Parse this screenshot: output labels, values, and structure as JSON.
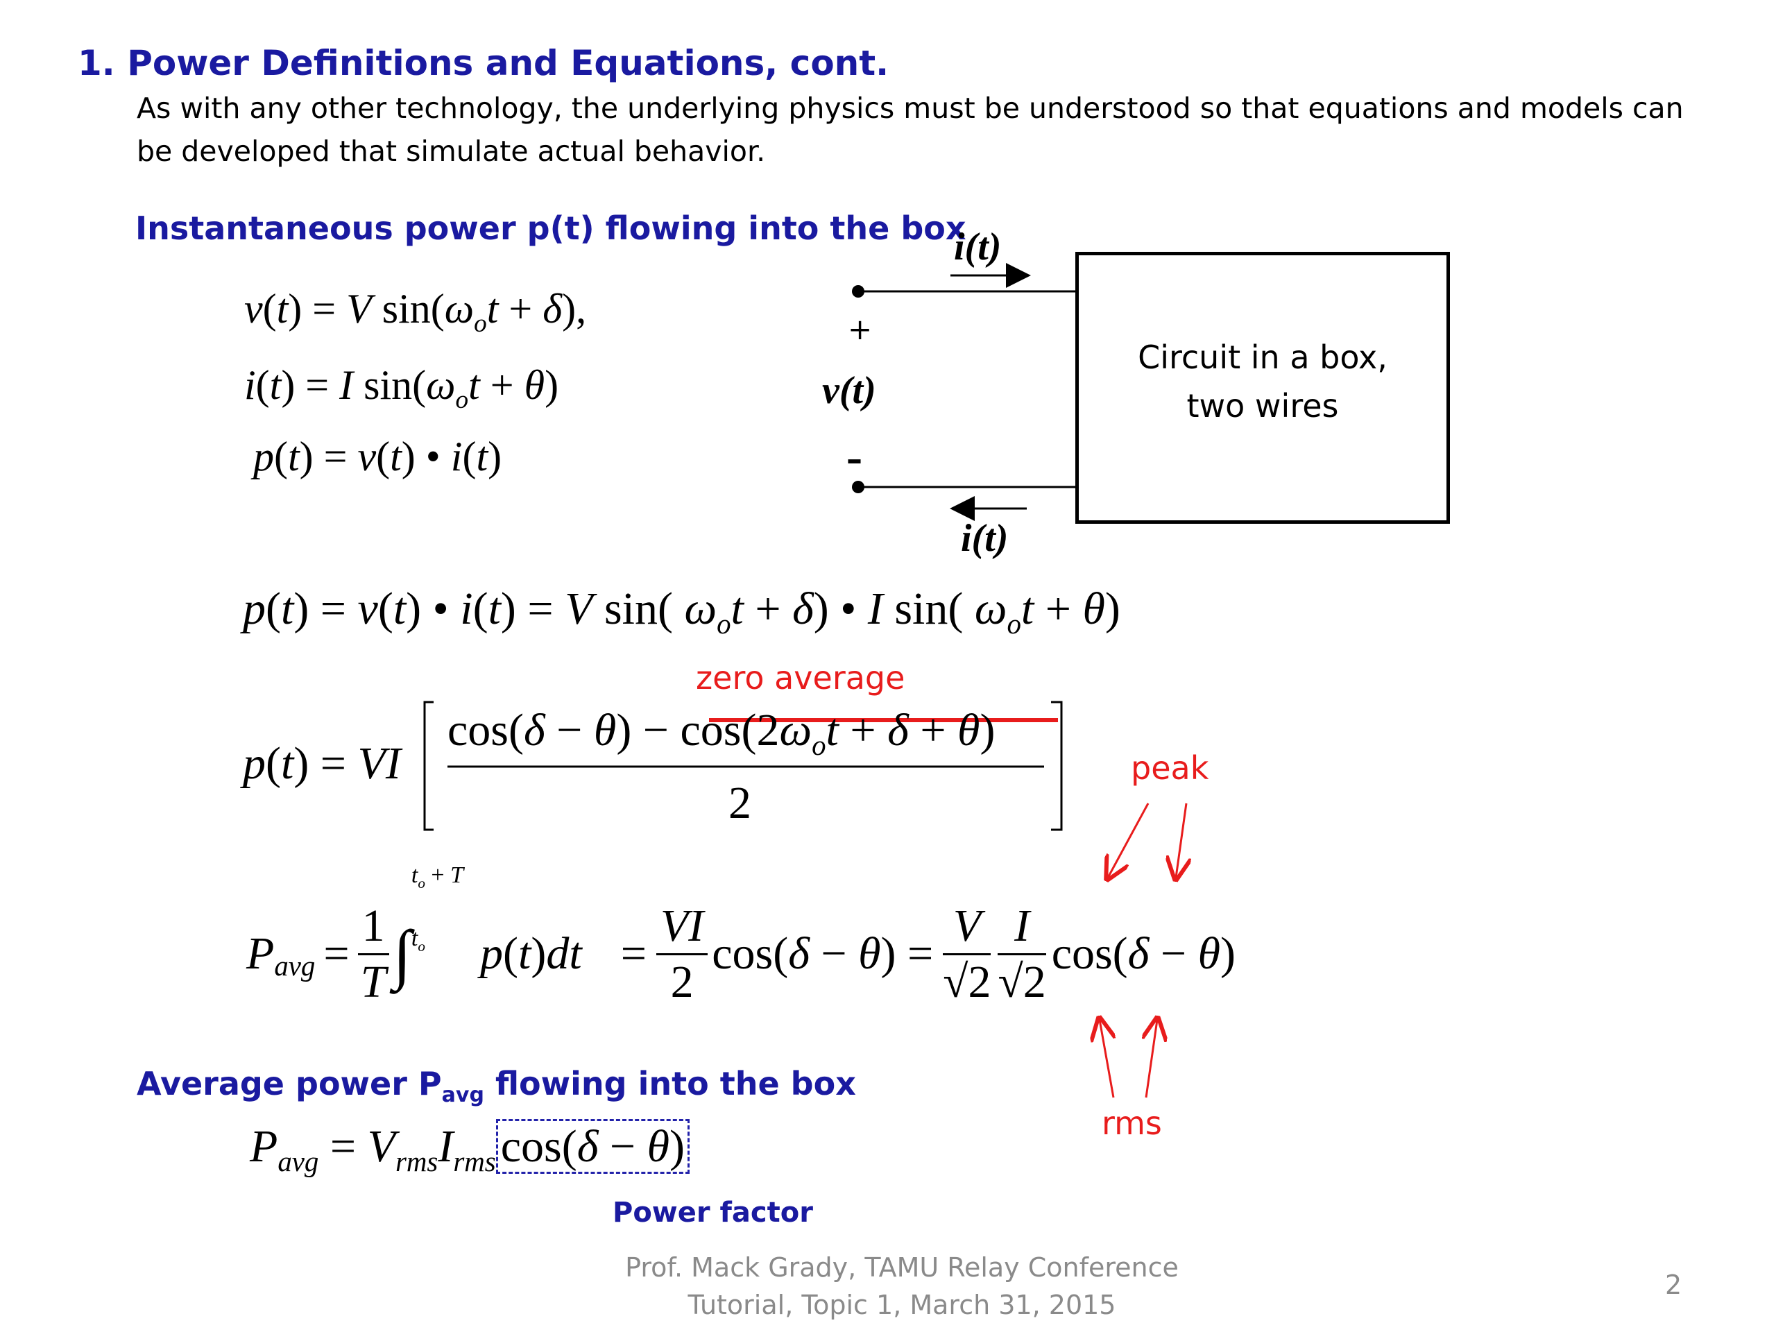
{
  "slide": {
    "title": "1.  Power Definitions and Equations, cont.",
    "intro": "As with any other technology, the underlying physics must be understood so that equations and models can be developed that simulate actual behavior.",
    "heading_instantaneous": "Instantaneous power p(t) flowing into the box",
    "heading_average_main": "Average power P",
    "heading_average_sub": "avg",
    "heading_average_rest": " flowing into the box",
    "box_line1": "Circuit in a box,",
    "box_line2": "two wires",
    "current_label_top": "i(t)",
    "current_label_bottom": "i(t)",
    "voltage_label": "v(t)",
    "plus_sign": "+",
    "minus_sign": "–",
    "annotation_zero_average": "zero average",
    "annotation_peak": "peak",
    "annotation_rms": "rms",
    "annotation_power_factor": "Power factor",
    "footer_line1": "Prof. Mack Grady, TAMU Relay Conference",
    "footer_line2": "Tutorial, Topic 1, March 31, 2015",
    "page_number": "2"
  },
  "colors": {
    "heading_blue": "#1a1aa0",
    "annotation_red": "#e81c1c",
    "footer_gray": "#8a8a8a",
    "dashed_box": "#2222aa"
  }
}
